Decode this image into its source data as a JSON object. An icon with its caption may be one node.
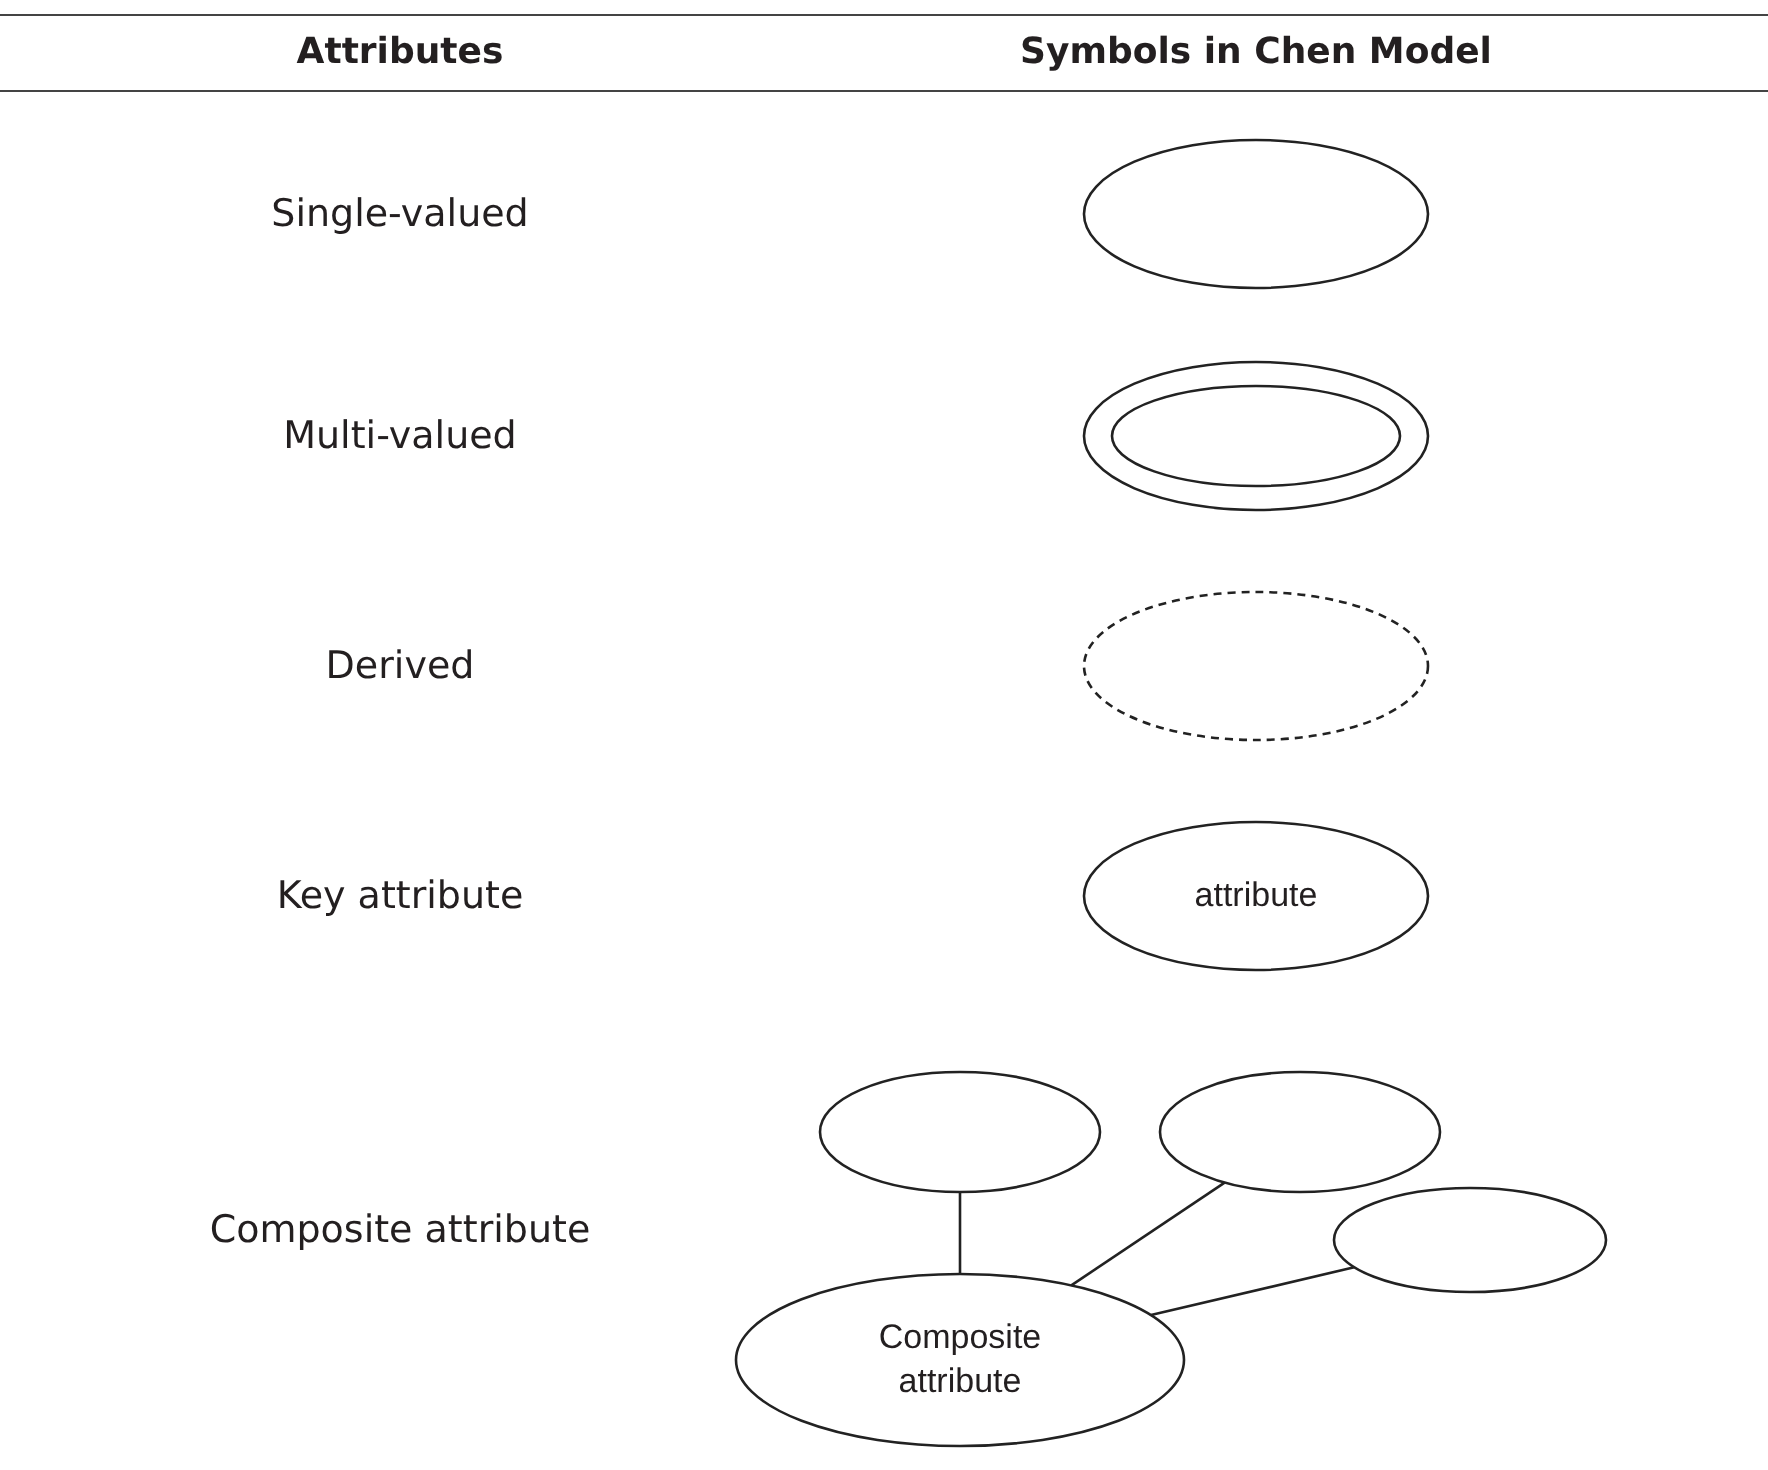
{
  "diagram": {
    "nodes": [
      {
        "text": [],
        "shape": "ellipse"
      },
      {
        "text": [],
        "shape": "ellipse"
      },
      {
        "text": [],
        "shape": "ellipse"
      },
      {
        "text": [
          "attribute"
        ]
      },
      {
        "text": [],
        "shape": "ellipse"
      },
      {
        "text": [],
        "shape": "ellipse"
      },
      {
        "text": [],
        "shape": "ellipse"
      },
      {
        "text": [
          "Composite attribute"
        ]
      }
    ],
    "edges": [
      {
        "from": 4,
        "to": 7,
        "arrow": "none"
      },
      {
        "from": 5,
        "to": 7,
        "arrow": "none"
      },
      {
        "from": 6,
        "to": 7,
        "arrow": "none"
      }
    ],
    "labels": [
      "Attributes",
      "Symbols in Chen Model",
      "Single-valued",
      "Multi-valued",
      "Derived",
      "Key attribute",
      "Composite attribute"
    ]
  }
}
